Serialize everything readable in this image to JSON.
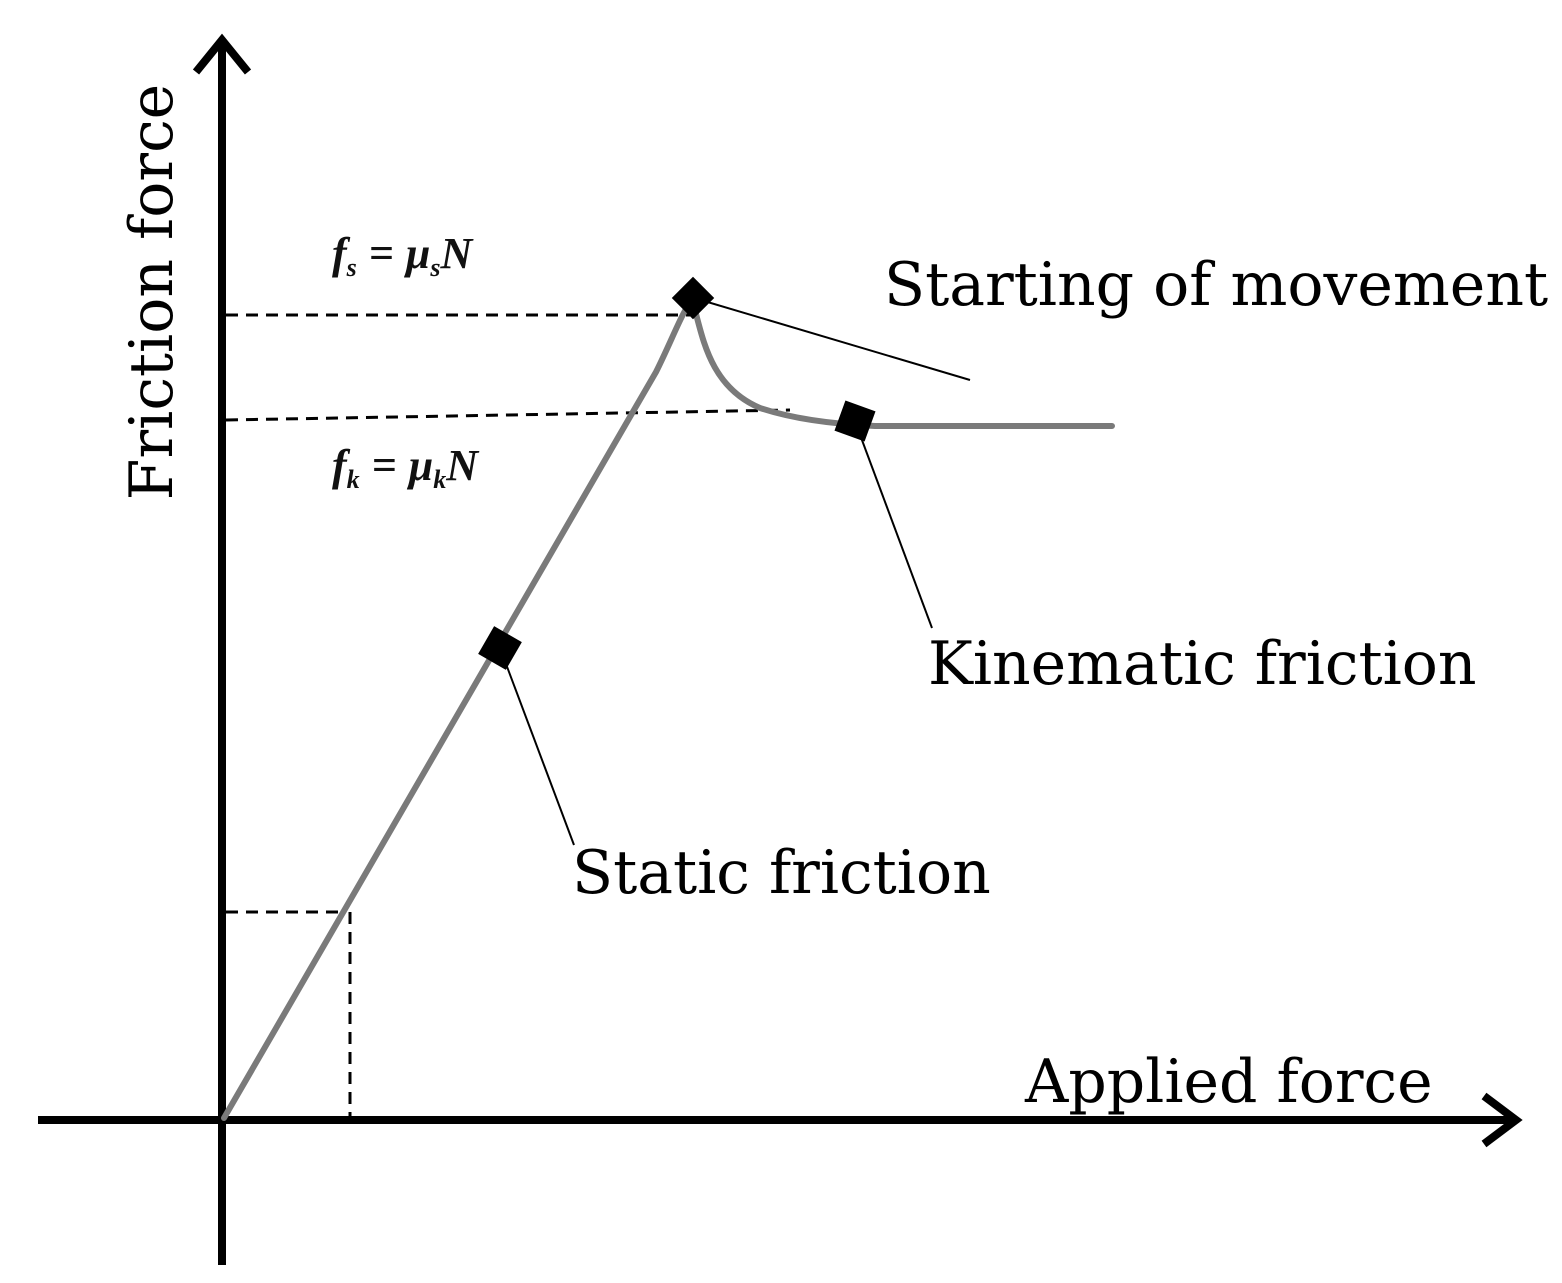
{
  "axes": {
    "y_label": "Friction force",
    "x_label": "Applied force"
  },
  "equations": {
    "static": {
      "f": "f",
      "sub": "s",
      "rhs_mu": "μ",
      "rhs_sub": "s",
      "rhs_n": "N",
      "eq": "="
    },
    "kinetic": {
      "f": "f",
      "sub": "k",
      "rhs_mu": "μ",
      "rhs_sub": "k",
      "rhs_n": "N",
      "eq": "="
    }
  },
  "annotations": {
    "start": "Starting of movement",
    "kinematic": "Kinematic friction",
    "static": "Static friction"
  },
  "colors": {
    "curve": "#7a7a7a",
    "axis": "#000000",
    "marker": "#000000"
  }
}
